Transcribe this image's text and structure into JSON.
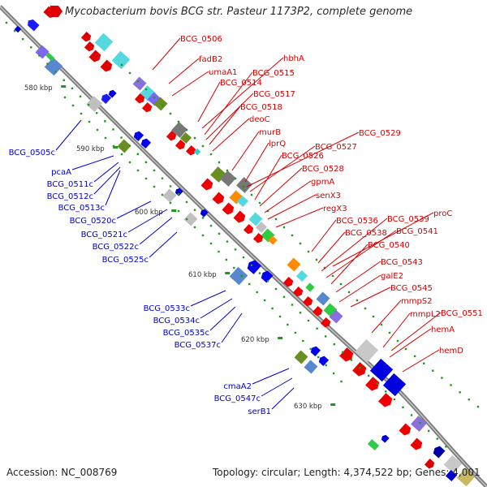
{
  "title": "Mycobacterium bovis BCG str. Pasteur 1173P2, complete genome",
  "footer": {
    "accession": "Accession: NC_008769",
    "topology": "Topology: circular; Length: 4,374,522 bp; Genes: 4,001"
  },
  "colors": {
    "forward": "#d40000",
    "reverse": "#0000cc",
    "backbone": "#888888",
    "label_line_red": "#d40000",
    "label_line_blue": "#0000cc"
  },
  "scale_ticks": [
    "580 kbp",
    "590 kbp",
    "600 kbp",
    "610 kbp",
    "620 kbp",
    "630 kbp"
  ],
  "genes_forward": [
    "BCG_0506",
    "fadB2",
    "umaA1",
    "hbhA",
    "BCG_0515",
    "BCG_0514",
    "BCG_0517",
    "BCG_0518",
    "deoC",
    "murB",
    "lprQ",
    "BCG_0529",
    "BCG_0527",
    "BCG_0526",
    "BCG_0528",
    "gpmA",
    "senX3",
    "regX3",
    "proC",
    "BCG_0539",
    "BCG_0536",
    "BCG_0541",
    "BCG_0538",
    "BCG_0540",
    "BCG_0543",
    "galE2",
    "BCG_0545",
    "mmpS2",
    "BCG_0551",
    "mmpL2",
    "hemA",
    "hemD"
  ],
  "genes_reverse": [
    "BCG_0505c",
    "pcaA",
    "BCG_0511c",
    "BCG_0512c",
    "BCG_0513c",
    "BCG_0520c",
    "BCG_0521c",
    "BCG_0522c",
    "BCG_0525c",
    "BCG_0533c",
    "BCG_0534c",
    "BCG_0535c",
    "BCG_0537c",
    "cmaA2",
    "BCG_0547c",
    "serB1"
  ]
}
